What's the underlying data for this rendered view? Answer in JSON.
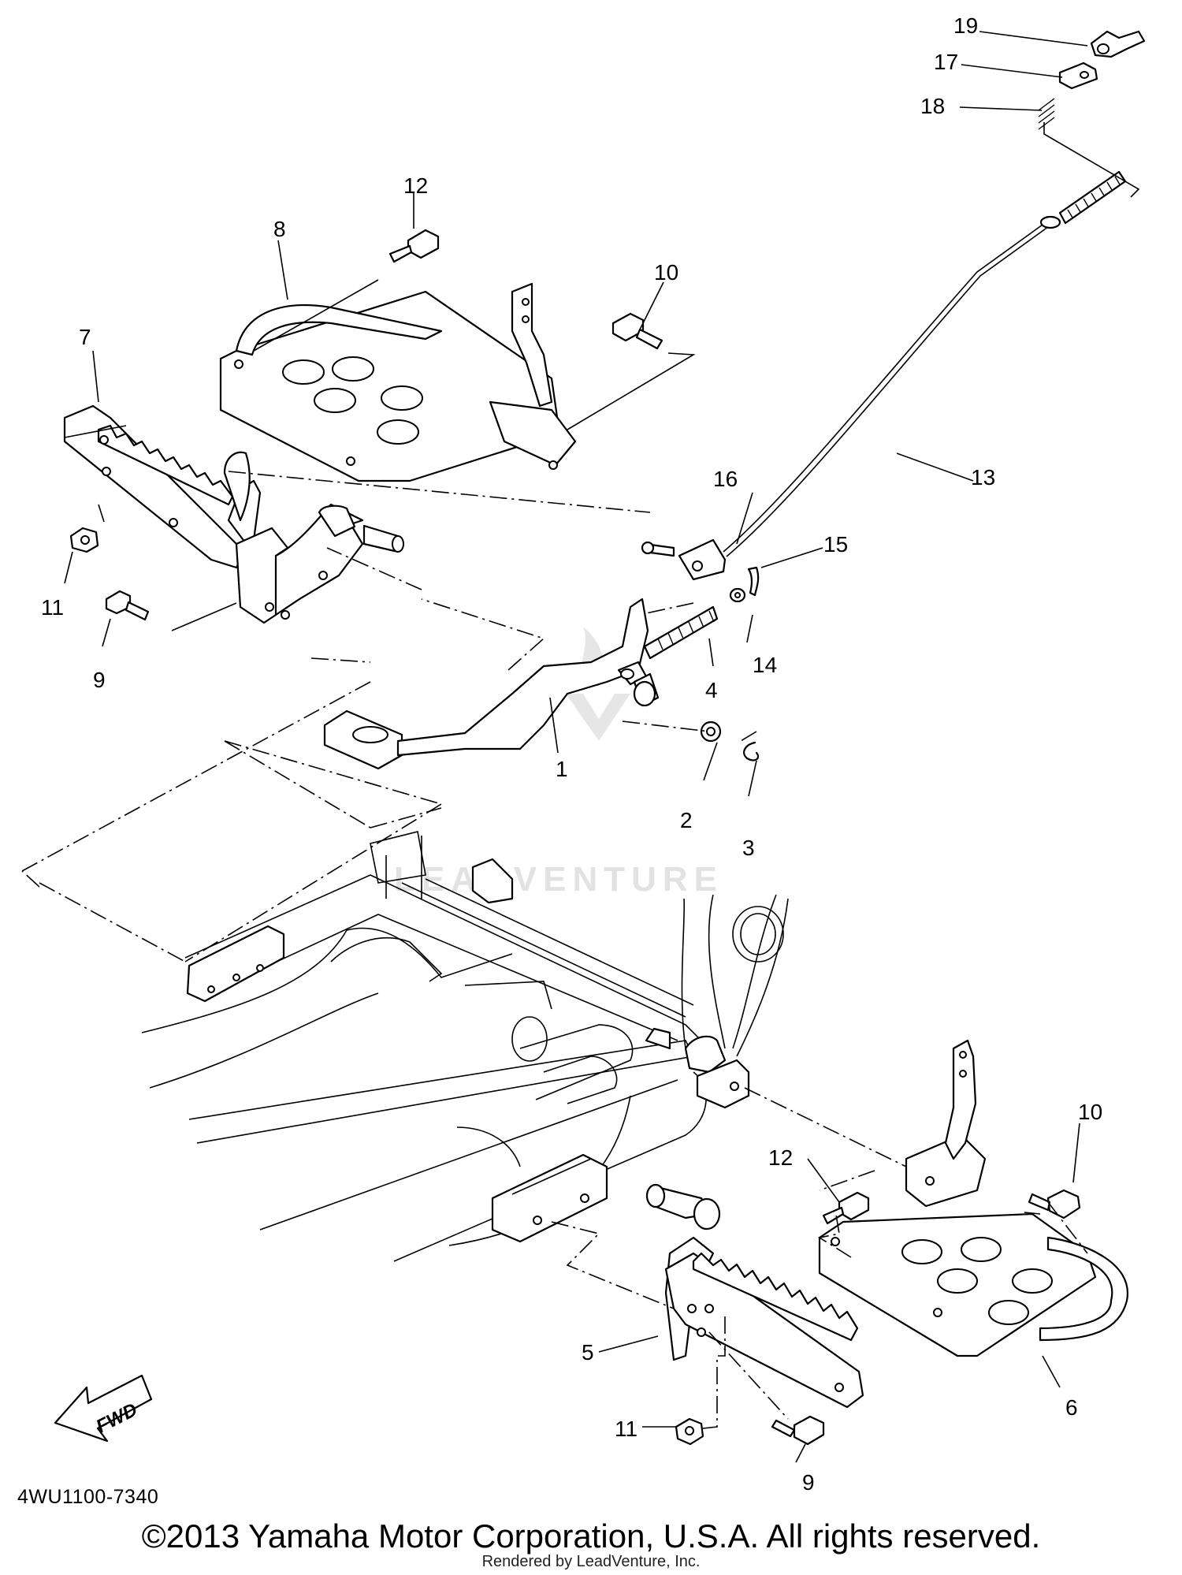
{
  "callouts": {
    "c1": "1",
    "c2": "2",
    "c3": "3",
    "c4": "4",
    "c5": "5",
    "c6": "6",
    "c7": "7",
    "c8": "8",
    "c9a": "9",
    "c9b": "9",
    "c10a": "10",
    "c10b": "10",
    "c11a": "11",
    "c11b": "11",
    "c12a": "12",
    "c12b": "12",
    "c13": "13",
    "c14": "14",
    "c15": "15",
    "c16": "16",
    "c17": "17",
    "c18": "18",
    "c19": "19"
  },
  "fwd_label": "FWD",
  "diagram_code": "4WU1100-7340",
  "watermark_text": "LEADVENTURE",
  "copyright": "©2013 Yamaha Motor Corporation, U.S.A. All rights reserved.",
  "rendered_by": "Rendered by LeadVenture, Inc."
}
